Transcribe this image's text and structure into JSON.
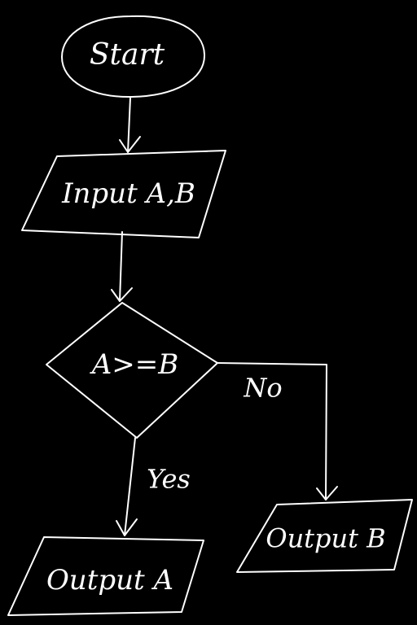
{
  "diagram": {
    "type": "flowchart",
    "style": "hand-drawn, white on black",
    "colors": {
      "background": "#000000",
      "stroke": "#ffffff",
      "text": "#ffffff"
    },
    "nodes": {
      "start": {
        "shape": "ellipse",
        "label": "Start"
      },
      "input": {
        "shape": "parallelogram",
        "label": "Input A,B"
      },
      "decision": {
        "shape": "diamond",
        "label": "A>=B"
      },
      "output_a": {
        "shape": "parallelogram",
        "label": "Output A"
      },
      "output_b": {
        "shape": "parallelogram",
        "label": "Output B"
      }
    },
    "edges": {
      "start_to_input": {
        "from": "start",
        "to": "input",
        "label": ""
      },
      "input_to_decision": {
        "from": "input",
        "to": "decision",
        "label": ""
      },
      "decision_to_output_a": {
        "from": "decision",
        "to": "output_a",
        "label": "Yes"
      },
      "decision_to_output_b": {
        "from": "decision",
        "to": "output_b",
        "label": "No"
      }
    }
  }
}
